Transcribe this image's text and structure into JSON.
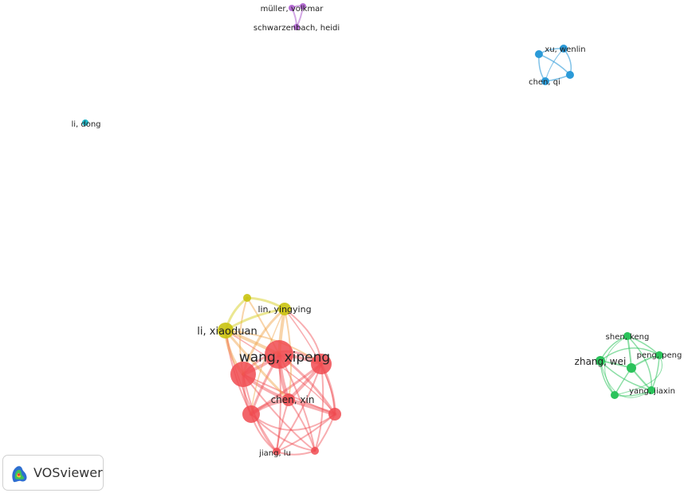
{
  "network": {
    "clusters": {
      "red": "#f04a50",
      "yellow": "#c9c30f",
      "green": "#2bc35b",
      "blue": "#2b9ad8",
      "purple": "#b56cd4",
      "cyan": "#1fb7c7"
    },
    "labels": {
      "wang_xipeng": "wang, xipeng",
      "li_xiaoduan": "li, xiaoduan",
      "lin_yingying": "lin, yingying",
      "chen_xin": "chen, xin",
      "jiang_lu": "jiang, lu",
      "zhang_wei": "zhang, wei",
      "shen_keng": "shen, keng",
      "peng_peng": "peng, peng",
      "yang_jiaxin": "yang, jiaxin",
      "xu_wenlin": "xu, wenlin",
      "chen_qi": "chen, qi",
      "muller_volkmar": "müller, volkmar",
      "schwarzenbach_heidi": "schwarzenbach, heidi",
      "li_dong": "li, dong"
    }
  },
  "branding": {
    "name": "VOSviewer"
  }
}
